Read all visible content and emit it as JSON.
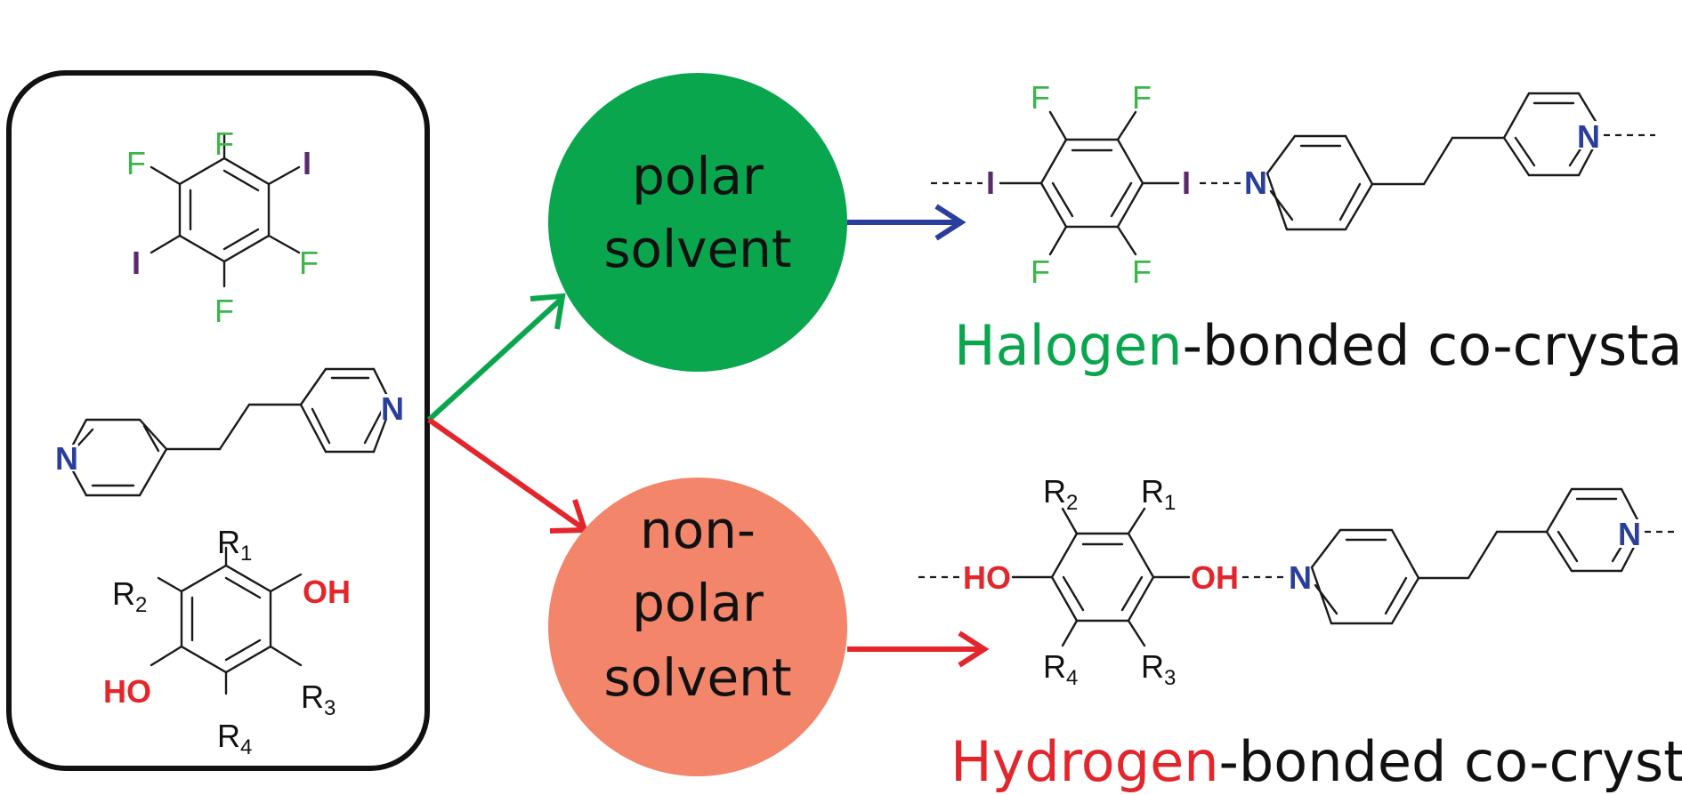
{
  "colors": {
    "fluorine": "#3cb54a",
    "iodine": "#5b2a6e",
    "nitrogen": "#2a3f9d",
    "oxygen_group": "#e3262b",
    "polar_circle": "#0aa64e",
    "nonpolar_circle": "#f2856a",
    "green_arrow": "#0aa64e",
    "red_arrow": "#e3262b",
    "blue_arrow": "#2a3f9d",
    "black": "#111111"
  },
  "atoms": {
    "F": "F",
    "I": "I",
    "N": "N",
    "OH": "OH",
    "HO": "HO",
    "R": "R"
  },
  "subscripts": {
    "r1": "1",
    "r2": "2",
    "r3": "3",
    "r4": "4"
  },
  "circles": {
    "polar": {
      "line1": "polar",
      "line2": "solvent"
    },
    "nonpolar": {
      "line1": "non-",
      "line2": "polar",
      "line3": "solvent"
    }
  },
  "captions": {
    "halogen": {
      "highlight": "Halogen",
      "rest": "-bonded co-crystal"
    },
    "hydrogen": {
      "highlight": "Hydrogen",
      "rest": "-bonded co-crystal"
    }
  }
}
